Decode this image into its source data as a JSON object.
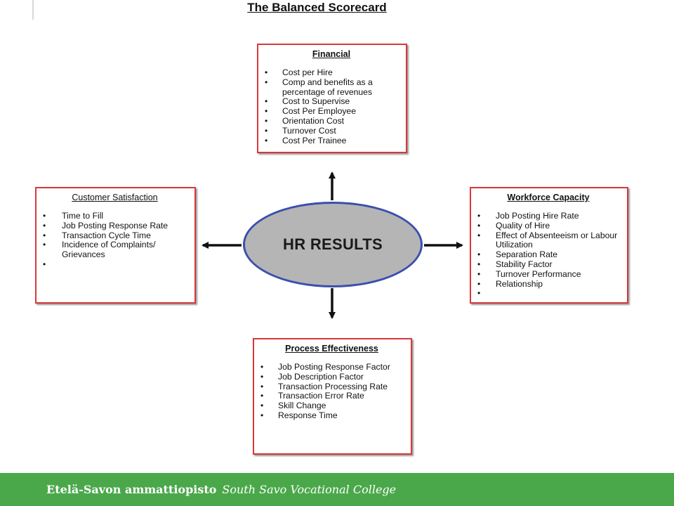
{
  "title": "The Balanced Scorecard",
  "center": {
    "label": "HR RESULTS"
  },
  "boxes": {
    "financial": {
      "title": "Financial",
      "items": [
        "Cost per Hire",
        "Comp and benefits as a percentage of revenues",
        "Cost to Supervise",
        "Cost Per Employee",
        "Orientation Cost",
        "Turnover Cost",
        "Cost Per Trainee"
      ]
    },
    "customer": {
      "title": "Customer Satisfaction",
      "items": [
        "Time to Fill",
        "Job Posting Response Rate",
        "Transaction Cycle Time",
        "Incidence of Complaints/ Grievances",
        ""
      ]
    },
    "workforce": {
      "title": "Workforce Capacity",
      "items": [
        "Job Posting Hire Rate",
        "Quality of Hire",
        "Effect of Absenteeism or Labour Utilization",
        "Separation Rate",
        "Stability Factor",
        "Turnover Performance",
        "Relationship",
        ""
      ]
    },
    "process": {
      "title": "Process Effectiveness",
      "items": [
        "Job Posting Response Factor",
        "Job Description Factor",
        "Transaction Processing Rate",
        "Transaction Error Rate",
        "Skill Change",
        "Response Time"
      ]
    }
  },
  "footer": {
    "finnish_name": "Etelä-Savon ammattiopisto",
    "english_name": "South Savo Vocational College"
  },
  "colors": {
    "box_border": "#d8383a",
    "ellipse_fill": "#b5b5b5",
    "ellipse_border": "#3b4fae",
    "footer_bg": "#4aa84a"
  }
}
